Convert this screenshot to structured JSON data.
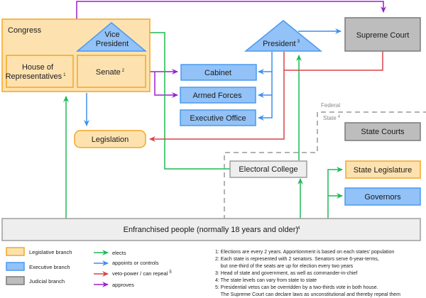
{
  "colors": {
    "legislative_fill": "#fde2b0",
    "legislative_stroke": "#f5a623",
    "executive_fill": "#92c2f7",
    "executive_stroke": "#4a9af0",
    "judicial_fill": "#bdbdbd",
    "judicial_stroke": "#7a7a7a",
    "neutral_fill": "#eeeeee",
    "neutral_stroke": "#9e9e9e",
    "elects": "#1db954",
    "appoints": "#3d8ff0",
    "veto": "#d9434a",
    "approves": "#9b1fd1",
    "boundary": "#999999"
  },
  "nodes": {
    "congress": {
      "label": "Congress"
    },
    "vice_president": {
      "line1": "Vice",
      "line2": "President"
    },
    "house": {
      "line1": "House of",
      "line2": "Representatives",
      "footnote": "1"
    },
    "senate": {
      "label": "Senate",
      "footnote": "2"
    },
    "president": {
      "label": "President",
      "footnote": "3"
    },
    "supreme_court": {
      "label": "Supreme Court"
    },
    "cabinet": {
      "label": "Cabinet"
    },
    "armed_forces": {
      "label": "Armed Forces"
    },
    "executive_office": {
      "label": "Executive Office"
    },
    "legislation": {
      "label": "Legislation"
    },
    "electoral_college": {
      "label": "Electoral College"
    },
    "state_courts": {
      "label": "State Courts"
    },
    "state_legislature": {
      "label": "State Legislature"
    },
    "governors": {
      "label": "Governors"
    },
    "people": {
      "label": "Enfranchised people (normally 18 years and older)",
      "footnote": "4"
    }
  },
  "boundary": {
    "federal_label": "Federal",
    "state_label": "State",
    "state_footnote": "4"
  },
  "legend": {
    "boxes": [
      {
        "label": "Legislative branch",
        "kind": "legislative"
      },
      {
        "label": "Executive branch",
        "kind": "executive"
      },
      {
        "label": "Judicial branch",
        "kind": "judicial"
      }
    ],
    "arrows": [
      {
        "label": "elects",
        "kind": "elects"
      },
      {
        "label": "appoints or controls",
        "kind": "appoints"
      },
      {
        "label": "veto-power / can repeal",
        "kind": "veto",
        "footnote": "5"
      },
      {
        "label": "approves",
        "kind": "approves"
      }
    ]
  },
  "footnotes": [
    "1: Elections are every 2 years. Apportionment is based on each states' population",
    "2: Each state is represented with 2 senators. Senators serve 6-year-terms,",
    "    but one-third of the seats are up for election every two years",
    "3: Head of state and government, as well as commander-in-chief",
    "4: The state levels can vary from state to state",
    "5: Presidential vetos can be overridden by a two-thirds vote in both house.",
    "    The Supreme Court can declare laws as unconstitutional and thereby repeal them"
  ]
}
